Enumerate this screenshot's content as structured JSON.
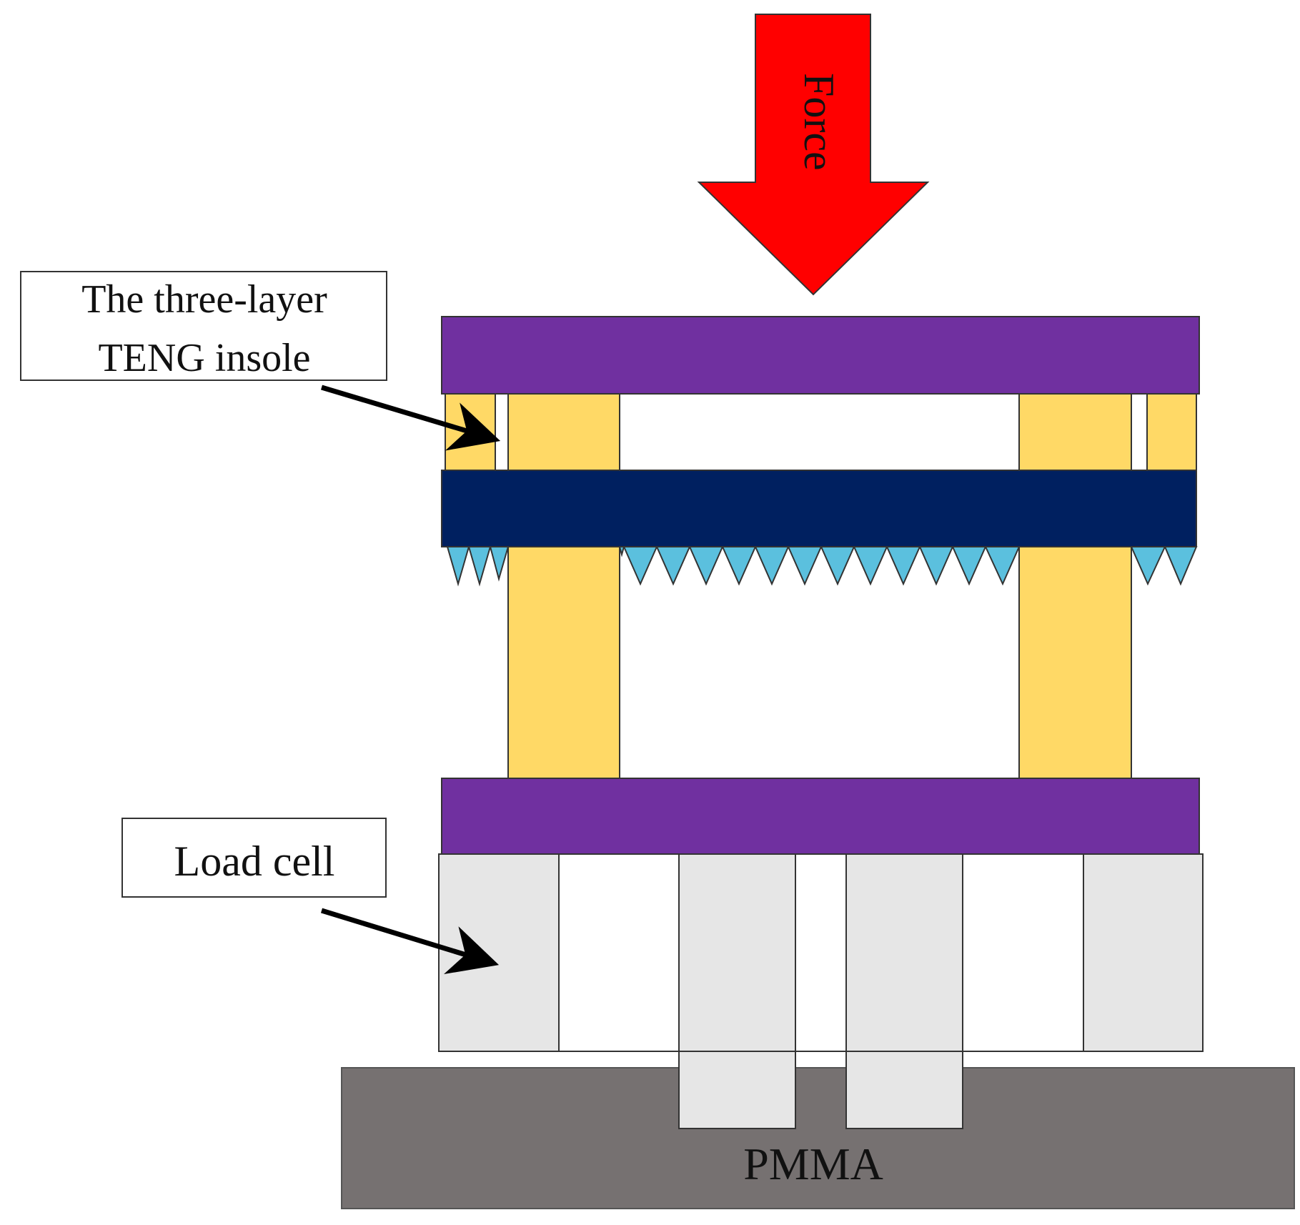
{
  "labels": {
    "force": "Force",
    "teng_insole_line1": "The three-layer",
    "teng_insole_line2": "TENG insole",
    "load_cell": "Load cell",
    "pmma": "PMMA"
  },
  "colors": {
    "force_arrow": "#ff0000",
    "purple_plate": "#7030a0",
    "navy_layer": "#002060",
    "yellow_spacer": "#ffd966",
    "cyan_teeth": "#5bc0de",
    "load_cell_block": "#e6e6e6",
    "pmma_base": "#767171",
    "outline": "#333333"
  }
}
